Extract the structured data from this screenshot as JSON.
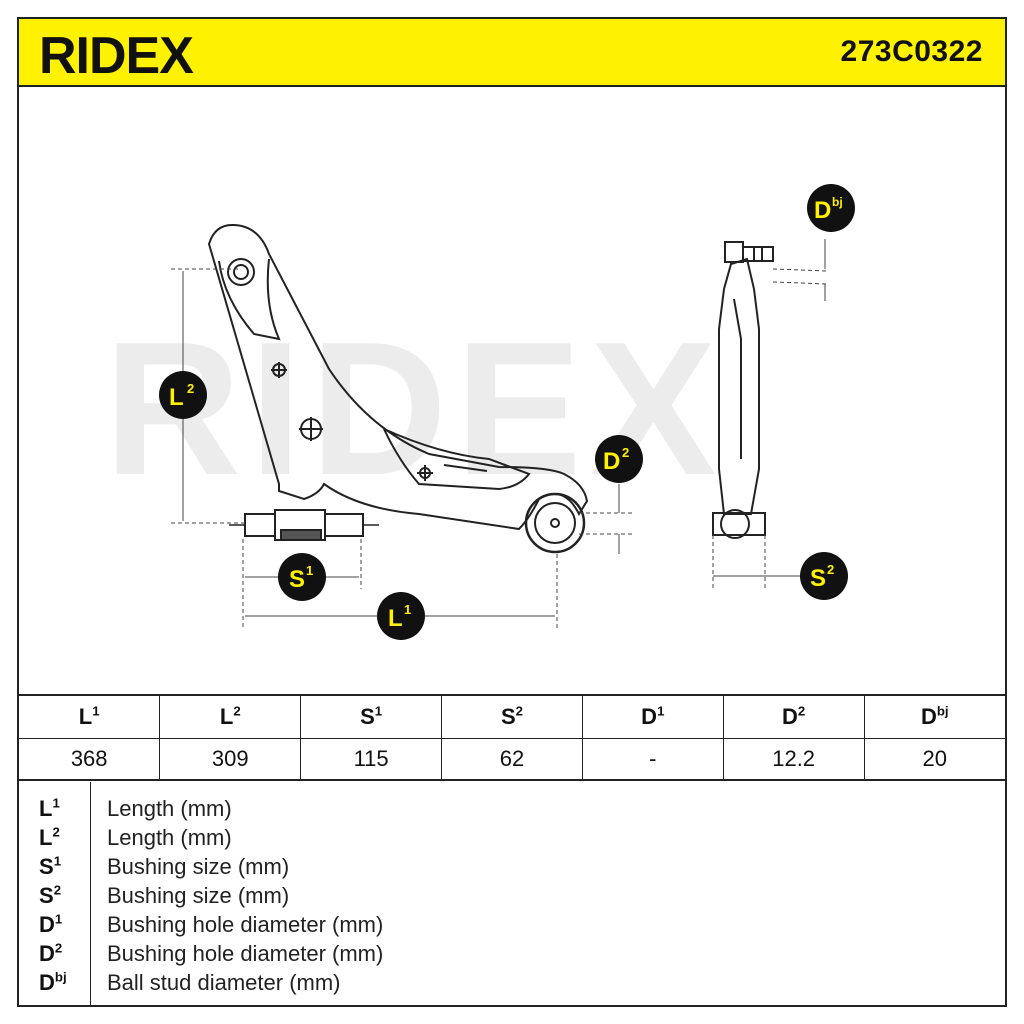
{
  "brand": "RIDEX",
  "part_number": "273C0322",
  "watermark": "RIDEX",
  "callouts": {
    "l2": {
      "base": "L",
      "sup": "2"
    },
    "l1": {
      "base": "L",
      "sup": "1"
    },
    "s1": {
      "base": "S",
      "sup": "1"
    },
    "s2": {
      "base": "S",
      "sup": "2"
    },
    "d2": {
      "base": "D",
      "sup": "2"
    },
    "dbj": {
      "base": "D",
      "sup": "bj"
    }
  },
  "dimension_table": {
    "headers": [
      {
        "base": "L",
        "sup": "1"
      },
      {
        "base": "L",
        "sup": "2"
      },
      {
        "base": "S",
        "sup": "1"
      },
      {
        "base": "S",
        "sup": "2"
      },
      {
        "base": "D",
        "sup": "1"
      },
      {
        "base": "D",
        "sup": "2"
      },
      {
        "base": "D",
        "sup": "bj"
      }
    ],
    "values": [
      "368",
      "309",
      "115",
      "62",
      "-",
      "12.2",
      "20"
    ]
  },
  "legend": [
    {
      "base": "L",
      "sup": "1",
      "desc": "Length (mm)"
    },
    {
      "base": "L",
      "sup": "2",
      "desc": "Length (mm)"
    },
    {
      "base": "S",
      "sup": "1",
      "desc": "Bushing size (mm)"
    },
    {
      "base": "S",
      "sup": "2",
      "desc": "Bushing size (mm)"
    },
    {
      "base": "D",
      "sup": "1",
      "desc": "Bushing hole diameter (mm)"
    },
    {
      "base": "D",
      "sup": "2",
      "desc": "Bushing hole diameter (mm)"
    },
    {
      "base": "D",
      "sup": "bj",
      "desc": "Ball stud diameter (mm)"
    }
  ],
  "colors": {
    "header_bg": "#fff200",
    "badge_bg": "#111111",
    "badge_text": "#fff200",
    "watermark": "#ededed",
    "line": "#222222"
  }
}
